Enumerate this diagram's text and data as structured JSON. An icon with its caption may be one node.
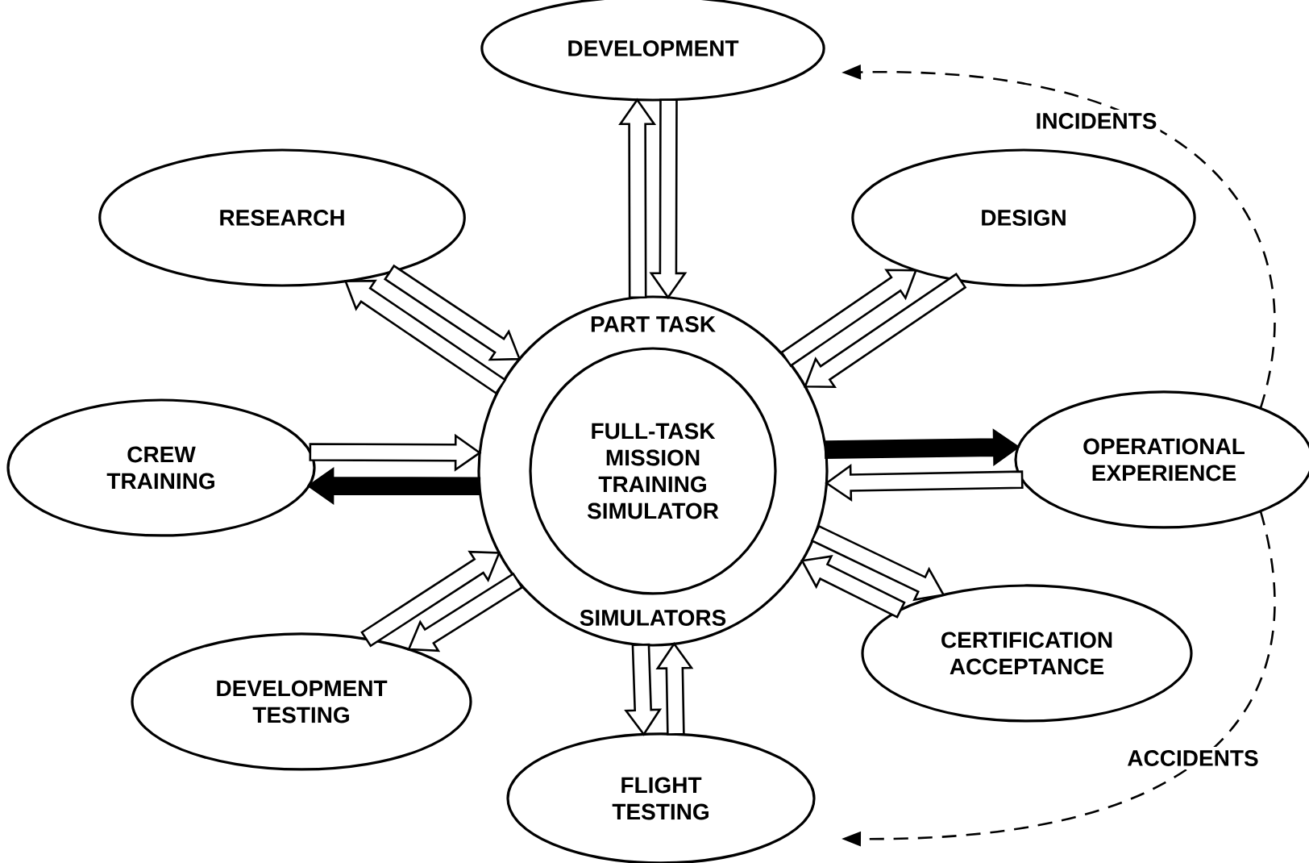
{
  "diagram": {
    "nodes": [
      {
        "text": [
          "PART TASK",
          "SIMULATORS"
        ]
      },
      {
        "text": [
          "FULL-TASK MISSION TRAINING SIMULATOR"
        ],
        "in": 0
      },
      {
        "text": [
          "DEVELOPMENT"
        ]
      },
      {
        "text": [
          "RESEARCH"
        ]
      },
      {
        "text": [
          "DESIGN"
        ]
      },
      {
        "text": [
          "CREW TRAINING"
        ]
      },
      {
        "text": [
          "OPERATIONAL EXPERIENCE"
        ]
      },
      {
        "text": [
          "DEVELOPMENT TESTING"
        ]
      },
      {
        "text": [
          "CERTIFICATION ACCEPTANCE"
        ]
      },
      {
        "text": [
          "FLIGHT TESTING"
        ]
      }
    ],
    "edges": [
      {
        "from": 2,
        "to": 0,
        "arrow": "to"
      },
      {
        "from": 0,
        "to": 2,
        "arrow": "to"
      },
      {
        "from": 3,
        "to": 0,
        "arrow": "to"
      },
      {
        "from": 0,
        "to": 3,
        "arrow": "to"
      },
      {
        "from": 4,
        "to": 0,
        "arrow": "to"
      },
      {
        "from": 0,
        "to": 4,
        "arrow": "to"
      },
      {
        "from": 5,
        "to": 0,
        "arrow": "to"
      },
      {
        "from": 0,
        "to": 5,
        "arrow": "to",
        "style": "thick"
      },
      {
        "from": 6,
        "to": 0,
        "arrow": "to"
      },
      {
        "from": 0,
        "to": 6,
        "arrow": "to",
        "style": "thick"
      },
      {
        "from": 7,
        "to": 0,
        "arrow": "to"
      },
      {
        "from": 0,
        "to": 7,
        "arrow": "to"
      },
      {
        "from": 8,
        "to": 0,
        "arrow": "to"
      },
      {
        "from": 0,
        "to": 8,
        "arrow": "to"
      },
      {
        "from": 9,
        "to": 0,
        "arrow": "to"
      },
      {
        "from": 0,
        "to": 9,
        "arrow": "to"
      },
      {
        "from": 6,
        "to": null,
        "arrow": "to",
        "style": "dashed",
        "label": "INCIDENTS"
      },
      {
        "from": 6,
        "to": null,
        "arrow": "to",
        "style": "dashed",
        "label": "ACCIDENTS"
      }
    ]
  }
}
